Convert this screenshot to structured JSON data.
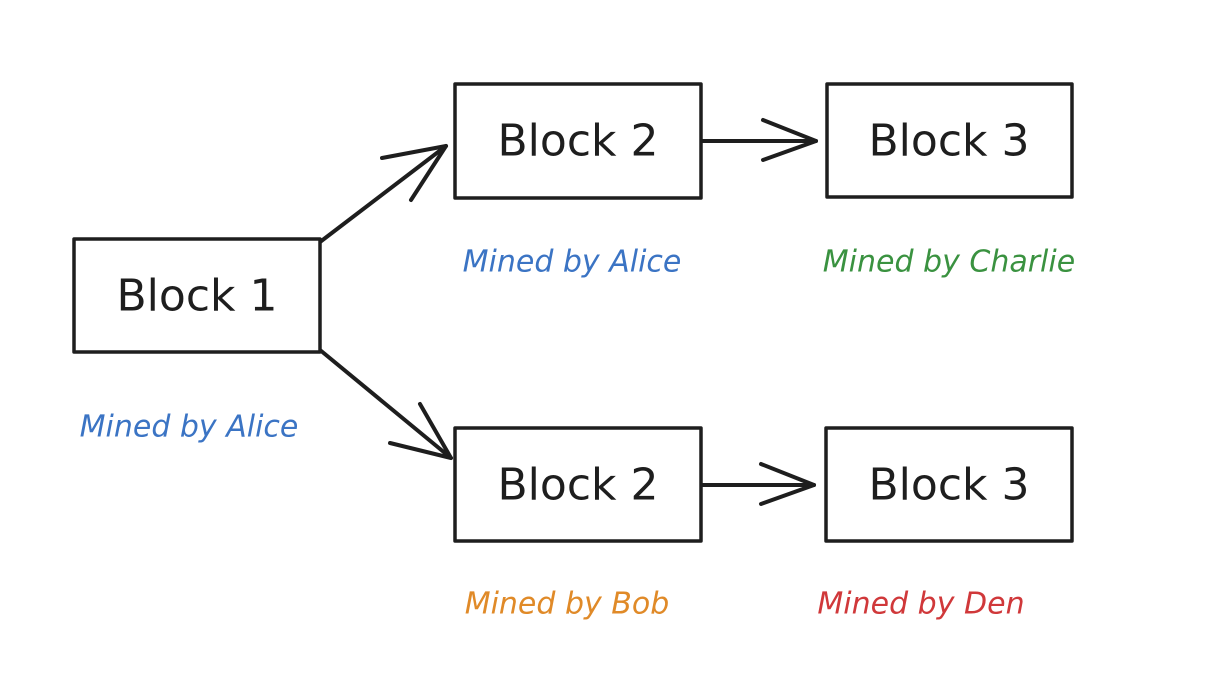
{
  "nodes": [
    {
      "id": "b1",
      "label": "Block 1",
      "miner": "Mined by Alice",
      "miner_color": "#3b74c4"
    },
    {
      "id": "b2a",
      "label": "Block 2",
      "miner": "Mined by Alice",
      "miner_color": "#3b74c4"
    },
    {
      "id": "b3a",
      "label": "Block 3",
      "miner": "Mined by Charlie",
      "miner_color": "#3a9240"
    },
    {
      "id": "b2b",
      "label": "Block 2",
      "miner": "Mined by Bob",
      "miner_color": "#e08a28"
    },
    {
      "id": "b3b",
      "label": "Block 3",
      "miner": "Mined by Den",
      "miner_color": "#d0383a"
    }
  ],
  "edges": [
    {
      "from": "b1",
      "to": "b2a"
    },
    {
      "from": "b2a",
      "to": "b3a"
    },
    {
      "from": "b1",
      "to": "b2b"
    },
    {
      "from": "b2b",
      "to": "b3b"
    }
  ]
}
